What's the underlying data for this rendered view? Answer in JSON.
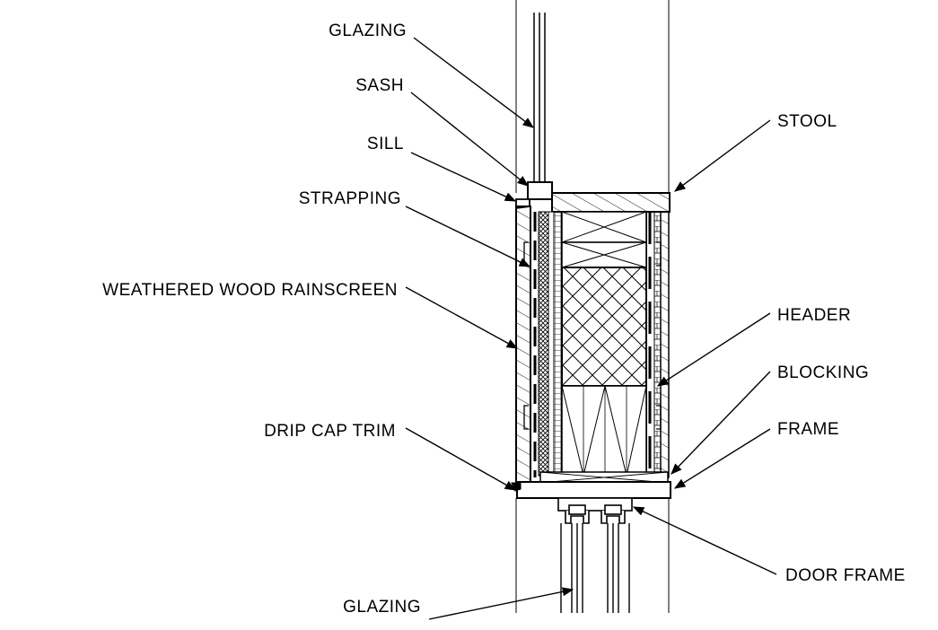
{
  "labels": {
    "glazing_top": "GLAZING",
    "sash": "SASH",
    "sill": "SILL",
    "strapping": "STRAPPING",
    "weathered_wood_rainscreen": "WEATHERED WOOD RAINSCREEN",
    "drip_cap_trim": "DRIP CAP TRIM",
    "glazing_bottom": "GLAZING",
    "stool": "STOOL",
    "header": "HEADER",
    "blocking": "BLOCKING",
    "frame": "FRAME",
    "door_frame": "DOOR FRAME"
  },
  "colors": {
    "line": "#000000",
    "background": "#ffffff"
  }
}
